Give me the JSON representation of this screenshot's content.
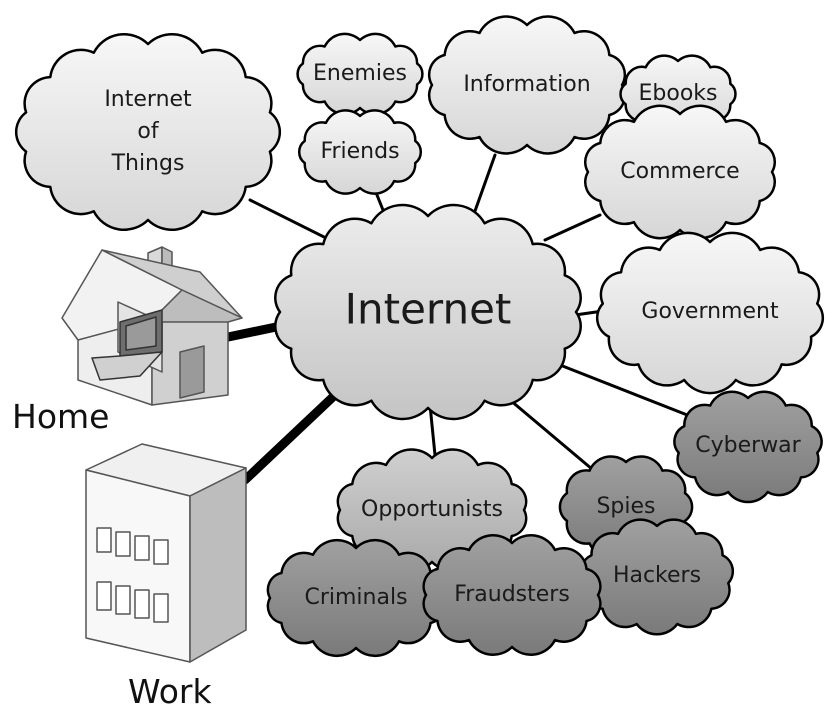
{
  "center": {
    "label": "Internet"
  },
  "clouds": {
    "iot": {
      "lines": [
        "Internet",
        "of",
        "Things"
      ]
    },
    "enemies": "Enemies",
    "friends": "Friends",
    "information": "Information",
    "ebooks": "Ebooks",
    "commerce": "Commerce",
    "government": "Government",
    "cyberwar": "Cyberwar",
    "spies": "Spies",
    "hackers": "Hackers",
    "opportunists": "Opportunists",
    "criminals": "Criminals",
    "fraudsters": "Fraudsters"
  },
  "places": {
    "home": "Home",
    "work": "Work"
  },
  "colors": {
    "light_cloud": "#e8e8e8",
    "mid_cloud": "#bdbdbd",
    "dark_cloud": "#8c8c8c",
    "stroke": "#000000"
  }
}
